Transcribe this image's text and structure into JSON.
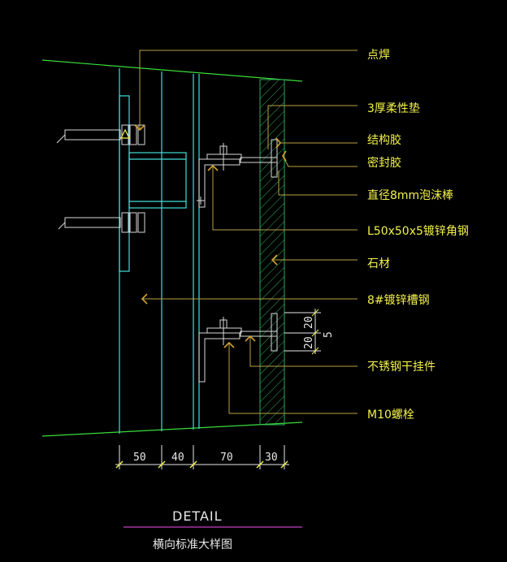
{
  "colors": {
    "background": "#000000",
    "boundary_green": "#3adc3a",
    "structure_cyan": "#3fe0d8",
    "leader_olive": "#b8a043",
    "label_yellow": "#f2f24a",
    "stone_hatch": "#2fa85a",
    "steel_white": "#d8d8d8",
    "title_underline": "#c040c0"
  },
  "annotations": {
    "spot_weld": "点焊",
    "flex_pad": "3厚柔性垫",
    "structural_glue": "结构胶",
    "sealant": "密封胶",
    "foam_rod": "直径8mm泡沫棒",
    "angle_steel": "L50x50x5镀锌角钢",
    "stone": "石材",
    "channel_steel": "8#镀锌槽钢",
    "stainless_hanger": "不锈钢干挂件",
    "bolt": "M10螺栓"
  },
  "dimensions": {
    "bottom": [
      "50",
      "40",
      "70",
      "30"
    ],
    "side_top": "20",
    "side_mid": "20",
    "side_right": "5"
  },
  "title": {
    "main": "DETAIL",
    "sub": "横向标准大样图"
  }
}
